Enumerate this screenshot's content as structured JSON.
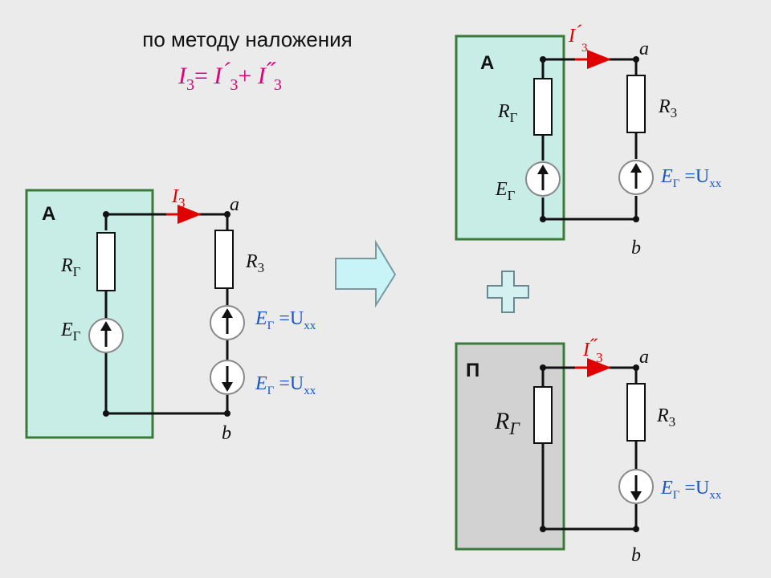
{
  "heading": {
    "text": "по методу наложения",
    "eq_I": "I",
    "eq_sub3": "3",
    "eq_eq": "= ",
    "eq_I1": "I",
    "eq_prime1": "´",
    "eq_sub3b": "3",
    "eq_plus": "+ ",
    "eq_I2": "I",
    "eq_prime2": "˝",
    "eq_sub3c": "3"
  },
  "colors": {
    "active_box": "#c8ece6",
    "passive_box": "#d2d2d2",
    "box_border": "#3a7a3a",
    "current_arrow": "#e00000",
    "source_label": "#1a56c8",
    "heading_formula": "#e0007a",
    "plus_sign": "#d4f0f0"
  },
  "main_circuit": {
    "box_label": "А",
    "current_I": "I",
    "current_sub": "3",
    "node_a": "a",
    "node_b": "b",
    "rg_R": "R",
    "rg_sub": "Г",
    "eg_E": "E",
    "eg_sub": "Г",
    "r3_R": "R",
    "r3_sub": "3",
    "src1_E": "E",
    "src1_sub": "Г",
    "src1_eq": " =U",
    "src1_xx": "хх",
    "src2_E": "E",
    "src2_sub": "Г",
    "src2_eq": " =U",
    "src2_xx": "хх"
  },
  "top_circuit": {
    "box_label": "А",
    "current_I": "I",
    "current_prime": "´",
    "current_sub": "3",
    "node_a": "a",
    "node_b": "b",
    "rg_R": "R",
    "rg_sub": "Г",
    "eg_E": "E",
    "eg_sub": "Г",
    "r3_R": "R",
    "r3_sub": "3",
    "src_E": "E",
    "src_sub": "Г",
    "src_eq": " =U",
    "src_xx": "хх"
  },
  "bottom_circuit": {
    "box_label": "П",
    "current_I": "I",
    "current_prime": "˝",
    "current_sub": "3",
    "node_a": "a",
    "node_b": "b",
    "rg_R": "R",
    "rg_sub": "Г",
    "r3_R": "R",
    "r3_sub": "3",
    "src_E": "E",
    "src_sub": "Г",
    "src_eq": " =U",
    "src_xx": "хх"
  },
  "icons": {
    "transform_arrow": "right-arrow-icon",
    "plus": "plus-icon"
  }
}
